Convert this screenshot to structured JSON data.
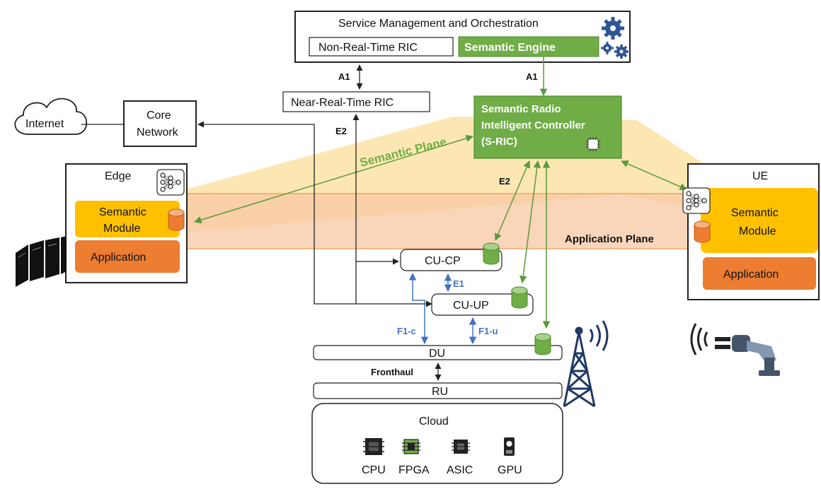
{
  "smo": {
    "title": "Service Management and Orchestration",
    "non_rt_ric": "Non-Real-Time RIC",
    "semantic_engine": "Semantic Engine"
  },
  "near_rt_ric": "Near-Real-Time RIC",
  "interfaces": {
    "a1_left": "A1",
    "a1_right": "A1",
    "e2_left": "E2",
    "e2_right": "E2",
    "e1": "E1",
    "f1c": "F1-c",
    "f1u": "F1-u",
    "fronthaul": "Fronthaul"
  },
  "internet": "Internet",
  "core_network": [
    "Core",
    "Network"
  ],
  "sric": [
    "Semantic Radio",
    "Intelligent Controller",
    "(S-RIC)"
  ],
  "planes": {
    "semantic": "Semantic Plane",
    "application": "Application Plane"
  },
  "edge": {
    "title": "Edge",
    "semantic_module": [
      "Semantic",
      "Module"
    ],
    "application": "Application"
  },
  "ue": {
    "title": "UE",
    "semantic_module": [
      "Semantic",
      "Module"
    ],
    "application": "Application"
  },
  "ran": {
    "cu_cp": "CU-CP",
    "cu_up": "CU-UP",
    "du": "DU",
    "ru": "RU"
  },
  "cloud": {
    "title": "Cloud",
    "hw": [
      "CPU",
      "FPGA",
      "ASIC",
      "GPU"
    ]
  },
  "colors": {
    "green": "#70ad47",
    "green_dark": "#4e8a2e",
    "blue": "#4472c4",
    "orange": "#ed7d31",
    "yellow": "#ffc000",
    "plane_yellow": "#fbe3a6",
    "plane_orange": "#f8c9a3"
  }
}
